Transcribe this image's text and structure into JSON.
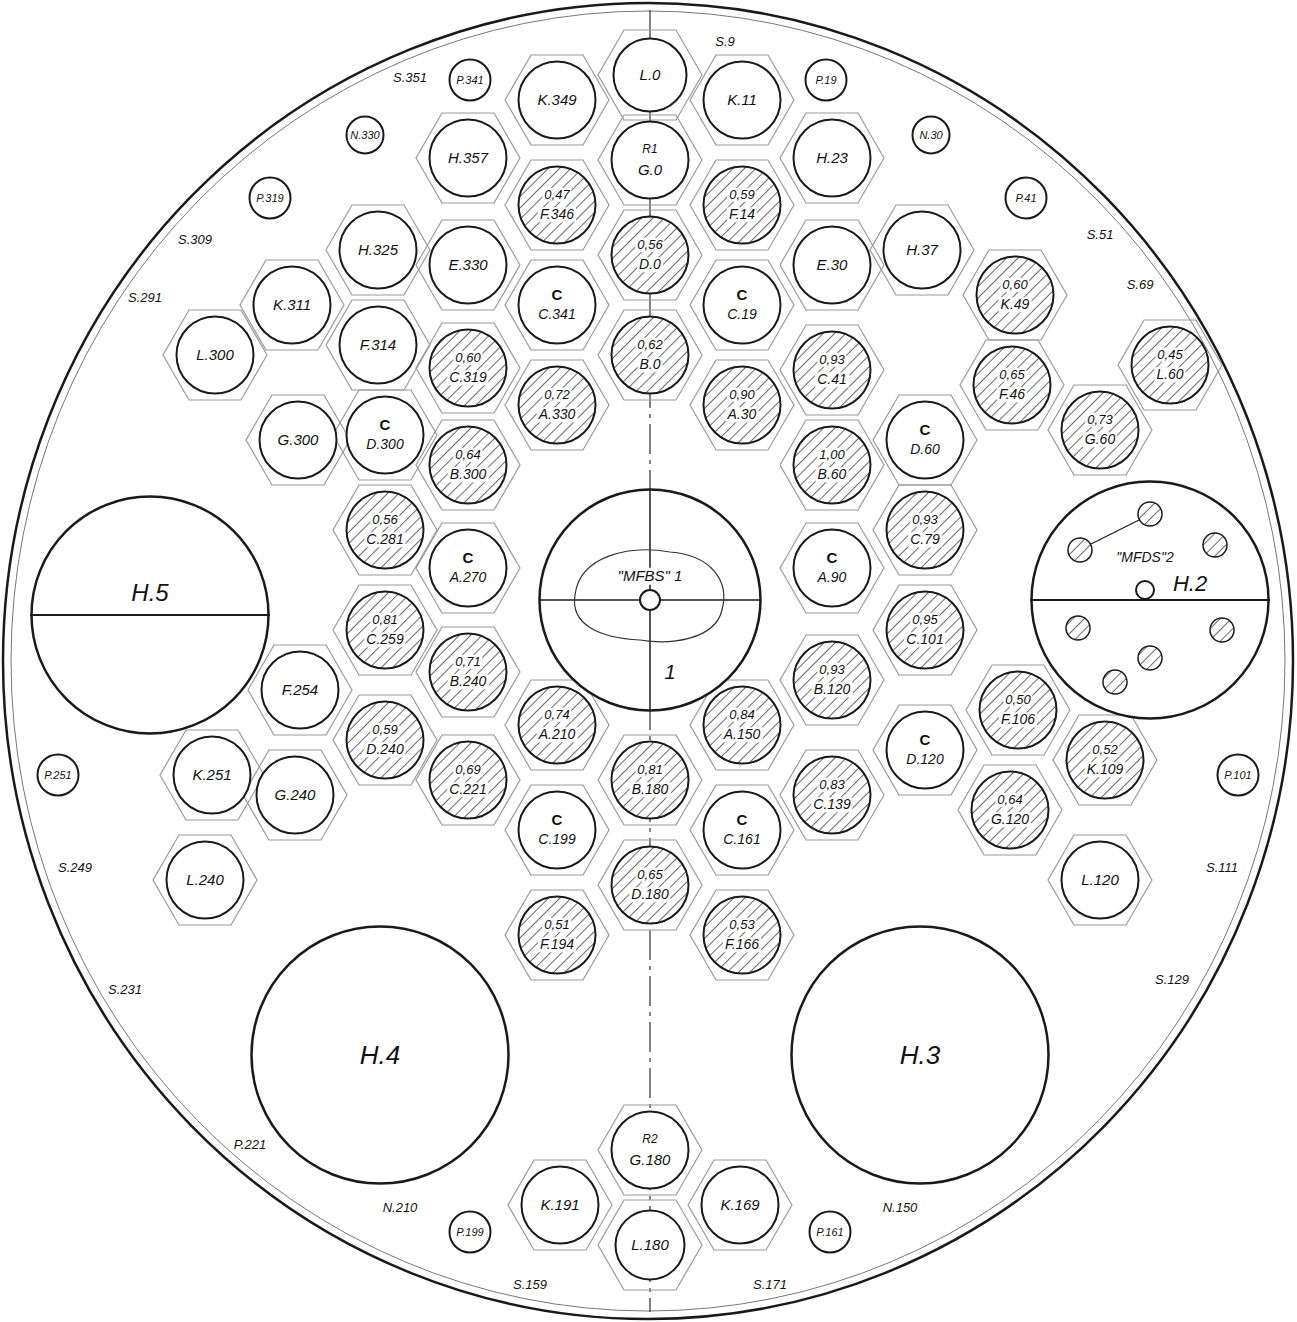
{
  "diagram": {
    "nodes": [
      {
        "text": [
          "L.0"
        ]
      },
      {
        "text": [
          "P.341"
        ]
      },
      {
        "text": [
          "P.19"
        ]
      },
      {
        "text": [
          "K.349"
        ]
      },
      {
        "text": [
          "K.11"
        ]
      },
      {
        "text": [
          "N.330"
        ]
      },
      {
        "text": [
          "N.30"
        ]
      },
      {
        "text": [
          "H.357"
        ]
      },
      {
        "text": [
          "R1",
          "G.0"
        ]
      },
      {
        "text": [
          "H.23"
        ]
      },
      {
        "text": [
          "P.319"
        ]
      },
      {
        "text": [
          "P.41"
        ]
      },
      {
        "text": [
          "0,47",
          "F.346"
        ]
      },
      {
        "text": [
          "0,59",
          "F.14"
        ]
      },
      {
        "text": [
          "H.325"
        ]
      },
      {
        "text": [
          "H.37"
        ]
      },
      {
        "text": [
          "0,56",
          "D.0"
        ]
      },
      {
        "text": [
          "E.330"
        ]
      },
      {
        "text": [
          "E.30"
        ]
      },
      {
        "text": [
          "0,60",
          "K.49"
        ]
      },
      {
        "text": [
          "K.311"
        ]
      },
      {
        "text": [
          "C",
          "C.341"
        ]
      },
      {
        "text": [
          "C",
          "C.19"
        ]
      },
      {
        "text": [
          "F.314"
        ]
      },
      {
        "text": [
          "L.300"
        ]
      },
      {
        "text": [
          "0,62",
          "B.0"
        ]
      },
      {
        "text": [
          "0,45",
          "L.60"
        ]
      },
      {
        "text": [
          "0,60",
          "C.319"
        ]
      },
      {
        "text": [
          "0,93",
          "C.41"
        ]
      },
      {
        "text": [
          "0,65",
          "F.46"
        ]
      },
      {
        "text": [
          "0,72",
          "A.330"
        ]
      },
      {
        "text": [
          "0,90",
          "A.30"
        ]
      },
      {
        "text": [
          "0,73",
          "G.60"
        ]
      },
      {
        "text": [
          "C",
          "D.300"
        ]
      },
      {
        "text": [
          "G.300"
        ]
      },
      {
        "text": [
          "C",
          "D.60"
        ]
      },
      {
        "text": [
          "0,64",
          "B.300"
        ]
      },
      {
        "text": [
          "1,00",
          "B.60"
        ]
      },
      {
        "text": [
          "0,56",
          "C.281"
        ]
      },
      {
        "text": [
          "0,93",
          "C.79"
        ]
      },
      {
        "text": [
          "C",
          "A.270"
        ]
      },
      {
        "text": [
          "C",
          "A.90"
        ]
      },
      {
        "text": [
          "H.5"
        ]
      },
      {
        "text": [
          "\"MFBS\" 1",
          "1"
        ]
      },
      {
        "text": [
          "\"MFDS\"2",
          "H.2"
        ]
      },
      {
        "text": [
          "0,81",
          "C.259"
        ]
      },
      {
        "text": [
          "0,95",
          "C.101"
        ]
      },
      {
        "text": [
          "0,71",
          "B.240"
        ]
      },
      {
        "text": [
          "0,93",
          "B.120"
        ]
      },
      {
        "text": [
          "F.254"
        ]
      },
      {
        "text": [
          "0,50",
          "F.106"
        ]
      },
      {
        "text": [
          "0,74",
          "A.210"
        ]
      },
      {
        "text": [
          "0,84",
          "A.150"
        ]
      },
      {
        "text": [
          "0,59",
          "D.240"
        ]
      },
      {
        "text": [
          "C",
          "D.120"
        ]
      },
      {
        "text": [
          "0,52",
          "K.109"
        ]
      },
      {
        "text": [
          "K.251"
        ]
      },
      {
        "text": [
          "P.251"
        ]
      },
      {
        "text": [
          "P.101"
        ]
      },
      {
        "text": [
          "0,81",
          "B.180"
        ]
      },
      {
        "text": [
          "0,69",
          "C.221"
        ]
      },
      {
        "text": [
          "0,83",
          "C.139"
        ]
      },
      {
        "text": [
          "G.240"
        ]
      },
      {
        "text": [
          "0,64",
          "G.120"
        ]
      },
      {
        "text": [
          "C",
          "C.199"
        ]
      },
      {
        "text": [
          "C",
          "C.161"
        ]
      },
      {
        "text": [
          "L.240"
        ]
      },
      {
        "text": [
          "0,65",
          "D.180"
        ]
      },
      {
        "text": [
          "L.120"
        ]
      },
      {
        "text": [
          "0,51",
          "F.194"
        ]
      },
      {
        "text": [
          "0,53",
          "F.166"
        ]
      },
      {
        "text": [
          "H.4"
        ]
      },
      {
        "text": [
          "H.3"
        ]
      },
      {
        "text": [
          "R2",
          "G.180"
        ]
      },
      {
        "text": [
          "K.191"
        ]
      },
      {
        "text": [
          "K.169"
        ]
      },
      {
        "text": [
          "P.199"
        ]
      },
      {
        "text": [
          "P.161"
        ]
      },
      {
        "text": [
          "L.180"
        ]
      }
    ],
    "labels": [
      "S.351",
      "S.9",
      "S.309",
      "S.51",
      "S.291",
      "S.69",
      "S.249",
      "S.111",
      "S.231",
      "S.129",
      "P.221",
      "N.210",
      "N.150",
      "S.159",
      "S.171"
    ]
  }
}
